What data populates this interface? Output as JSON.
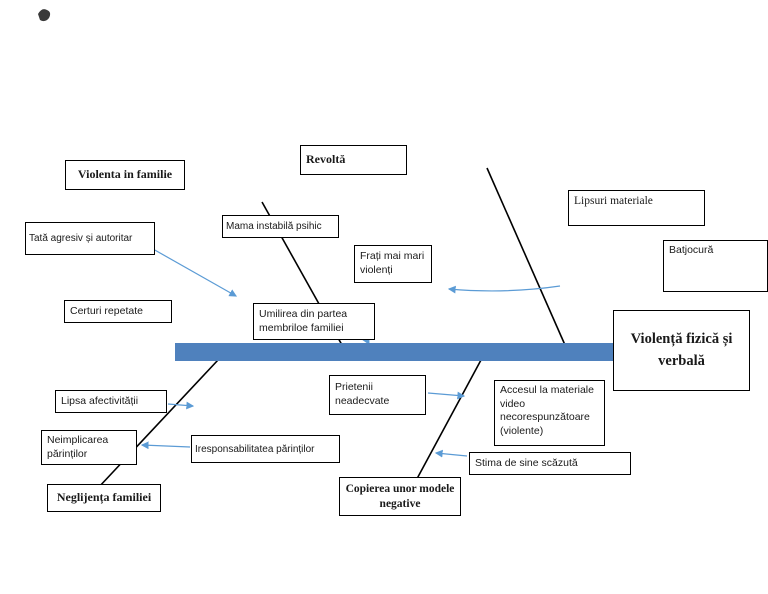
{
  "diagram": {
    "type": "fishbone-cause-effect",
    "effect": "Violență fizică și verbală",
    "colors": {
      "spine": "#4f81bd",
      "arrow": "#5b9bd5",
      "line": "#000000"
    },
    "boxes": {
      "violenta_in_familie": "Violenta in familie",
      "revolta": "Revoltă",
      "lipsuri_materiale": "Lipsuri materiale",
      "tata_agresiv": "Tată agresiv și autoritar",
      "mama_instabila": "Mama instabilă psihic",
      "frati_mai_mari": "Frați mai mari violenți",
      "batjocura": "Batjocură",
      "certuri_repetate": "Certuri repetate",
      "umilirea": "Umilirea din partea membriloe familiei",
      "head": "Violență fizică și verbală",
      "prietenii": "Prietenii neadecvate",
      "lipsa_afectivitatii": "Lipsa afectivității",
      "accesul": "Accesul la materiale video necorespunzătoare (violente)",
      "neimplicarea": "Neimplicarea părinților",
      "iresponsabilitatea": "Iresponsabilitatea părinților",
      "stima": "Stima de sine scăzută",
      "neglijenta": "Neglijența familiei",
      "copierea": "Copierea unor modele negative"
    }
  }
}
